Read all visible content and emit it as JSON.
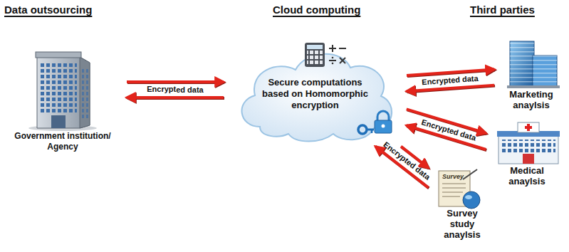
{
  "diagram": {
    "nodes": [
      {
        "text": [
          "Government institution/ Agency"
        ]
      },
      {
        "text": [
          "Secure computations based on Homomorphic encryption"
        ]
      },
      {
        "text": [
          "Marketing anaylsis"
        ]
      },
      {
        "text": [
          "Medical anaylsis"
        ]
      },
      {
        "text": [
          "Survey study anaylsis"
        ]
      }
    ],
    "edges": [
      {
        "from": 0,
        "to": 1,
        "label": "Encrypted data",
        "arrow": "to"
      },
      {
        "from": 1,
        "to": 0,
        "arrow": "to"
      },
      {
        "from": 1,
        "to": 2,
        "arrow": "to"
      },
      {
        "from": 2,
        "to": 1,
        "label": "Encrypted data",
        "arrow": "to"
      },
      {
        "from": 1,
        "to": 3,
        "arrow": "to"
      },
      {
        "from": 3,
        "to": 1,
        "label": "Encrypted data",
        "arrow": "to"
      },
      {
        "from": 1,
        "to": 4,
        "arrow": "to"
      },
      {
        "from": 4,
        "to": 1,
        "label": "Encrypted data",
        "arrow": "to"
      }
    ],
    "labels": [
      "Data outsourcing",
      "Cloud computing",
      "Third parties",
      "Survey"
    ]
  }
}
